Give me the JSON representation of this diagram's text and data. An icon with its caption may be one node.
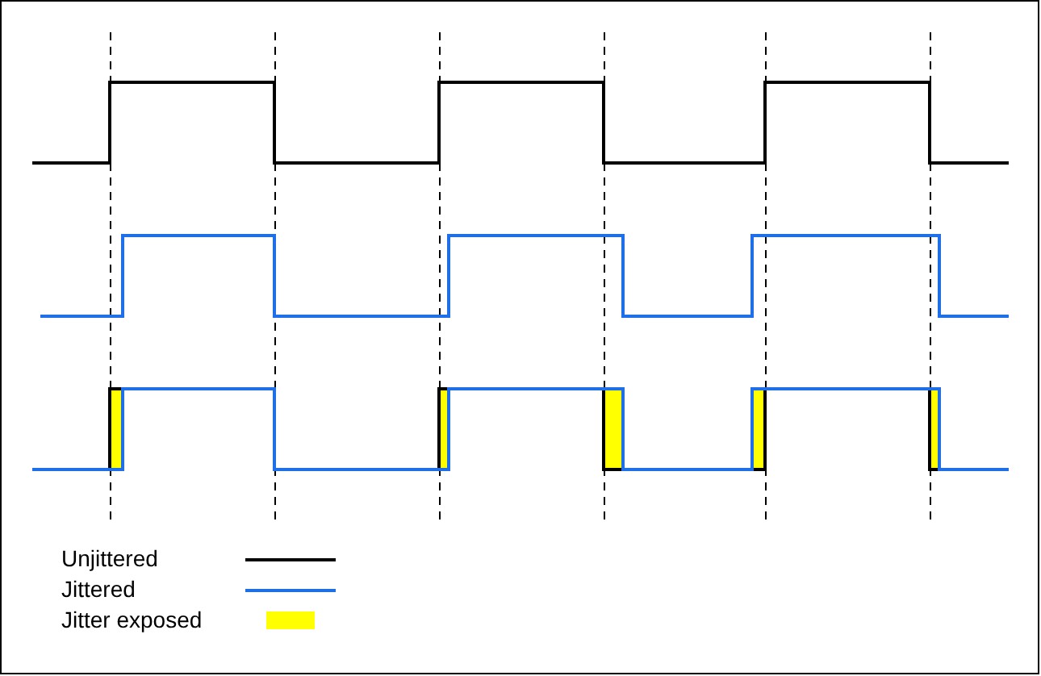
{
  "diagram": {
    "legend": [
      {
        "text": "Unjittered"
      },
      {
        "text": "Jittered"
      },
      {
        "text": "Jitter exposed",
        "color": "#ffff00"
      }
    ]
  }
}
